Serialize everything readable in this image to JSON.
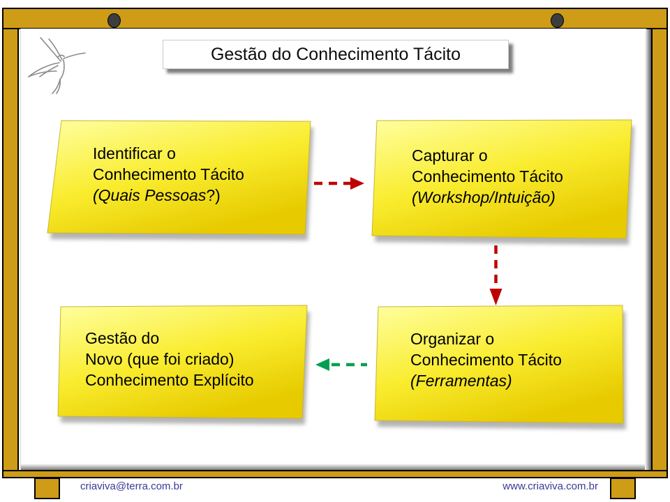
{
  "slide": {
    "title": "Gestão do Conhecimento Tácito"
  },
  "colors": {
    "frame_gold": "#CE9C17",
    "pin_gray": "#3D3D3D",
    "note_yellow_light": "#FFFFA0",
    "note_yellow_mid": "#F9EC2E",
    "note_yellow_deep": "#E7CB00",
    "arrow_red": "#C00000",
    "arrow_green": "#00A050",
    "footer_text": "#3A3A96"
  },
  "notes": [
    {
      "id": "identificar",
      "lines": [
        [
          {
            "t": "Identificar o"
          }
        ],
        [
          {
            "t": "Conhecimento Tácito"
          }
        ],
        [
          {
            "t": "(Quais Pessoas",
            "i": true
          },
          {
            "t": "?)"
          }
        ]
      ]
    },
    {
      "id": "capturar",
      "lines": [
        [
          {
            "t": "Capturar o"
          }
        ],
        [
          {
            "t": "Conhecimento Tácito"
          }
        ],
        [
          {
            "t": "(Workshop/Intuição)",
            "i": true
          }
        ]
      ]
    },
    {
      "id": "gestao",
      "lines": [
        [
          {
            "t": "Gestão do"
          }
        ],
        [
          {
            "t": "Novo (que foi criado)"
          }
        ],
        [
          {
            "t": "Conhecimento Explícito"
          }
        ]
      ]
    },
    {
      "id": "organizar",
      "lines": [
        [
          {
            "t": "Organizar o"
          }
        ],
        [
          {
            "t": "Conhecimento Tácito"
          }
        ],
        [
          {
            "t": "(Ferramentas)",
            "i": true
          }
        ]
      ]
    }
  ],
  "arrows": [
    {
      "id": "identificar-to-capturar",
      "color": "#C00000",
      "direction": "right"
    },
    {
      "id": "capturar-to-organizar",
      "color": "#C00000",
      "direction": "down"
    },
    {
      "id": "organizar-to-gestao",
      "color": "#00A050",
      "direction": "left"
    }
  ],
  "footer": {
    "email": "criaviva@terra.com.br",
    "website": "www.criaviva.com.br"
  }
}
